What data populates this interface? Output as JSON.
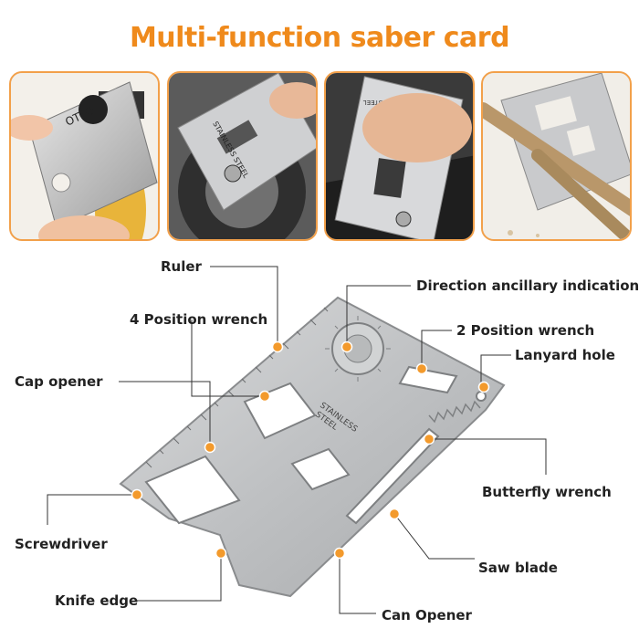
{
  "title": "Multi-function saber card",
  "photos": [
    {
      "name": "bottle-opener-photo",
      "engraving": "OTTO"
    },
    {
      "name": "bolt-wrench-photo",
      "engraving": "STAINLESS STEEL"
    },
    {
      "name": "ruler-pinch-photo",
      "engraving": "STAINLESS STEEL"
    },
    {
      "name": "saw-wood-photo",
      "engraving": ""
    }
  ],
  "card": {
    "engraving_line1": "STAINLESS",
    "engraving_line2": "STEEL"
  },
  "labels": {
    "ruler": "Ruler",
    "direction": "Direction ancillary indication",
    "wrench4": "4 Position wrench",
    "wrench2": "2 Position wrench",
    "lanyard": "Lanyard hole",
    "cap_opener": "Cap opener",
    "butterfly": "Butterfly wrench",
    "screwdriver": "Screwdriver",
    "saw": "Saw blade",
    "knife": "Knife edge",
    "can_opener": "Can Opener"
  },
  "colors": {
    "accent": "#ef8a1c",
    "dot": "#f39a2c",
    "steel": "#c4c6c8",
    "line": "#333333"
  }
}
